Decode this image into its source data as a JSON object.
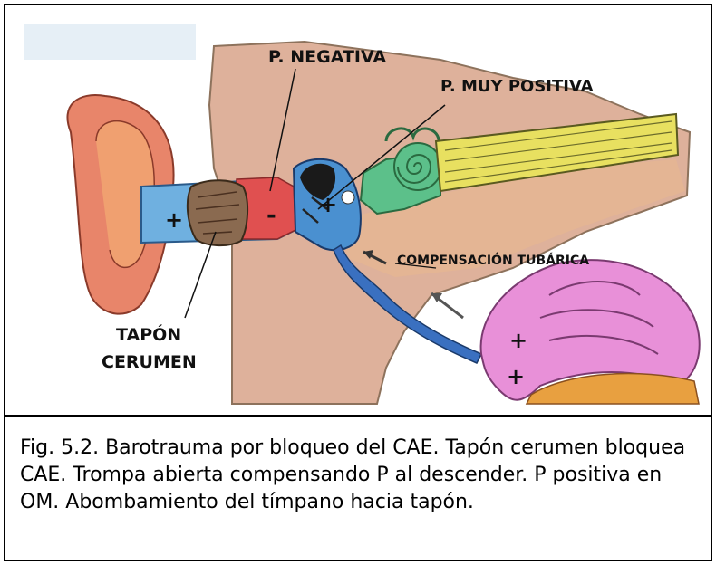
{
  "figure": {
    "labels": {
      "negative_pressure": "P. NEGATIVA",
      "very_positive_pressure": "P. MUY POSITIVA",
      "tubal_compensation": "COMPENSACIÓN TUBÁRICA",
      "earwax_plug_line1": "TAPÓN",
      "earwax_plug_line2": "CERUMEN"
    },
    "signs": {
      "plus": "+",
      "minus": "-"
    },
    "colors": {
      "outer_ear": "#e8856a",
      "ear_canal": "#6fb0e0",
      "earwax_plug": "#8a6a50",
      "negative_zone": "#e05050",
      "middle_ear": "#4a90d0",
      "inner_ear": "#5cc08a",
      "nerve": "#e8e060",
      "skull_bone": "#d9a48a",
      "nasopharynx": "#e890d8",
      "eustachian_tube": "#3a70c0"
    }
  },
  "caption": {
    "text": "Fig. 5.2. Barotrauma por bloqueo del CAE. Tapón cerumen bloquea CAE. Trompa abierta compensando P al descender. P positiva en OM. Abombamiento del tímpano hacia tapón."
  }
}
